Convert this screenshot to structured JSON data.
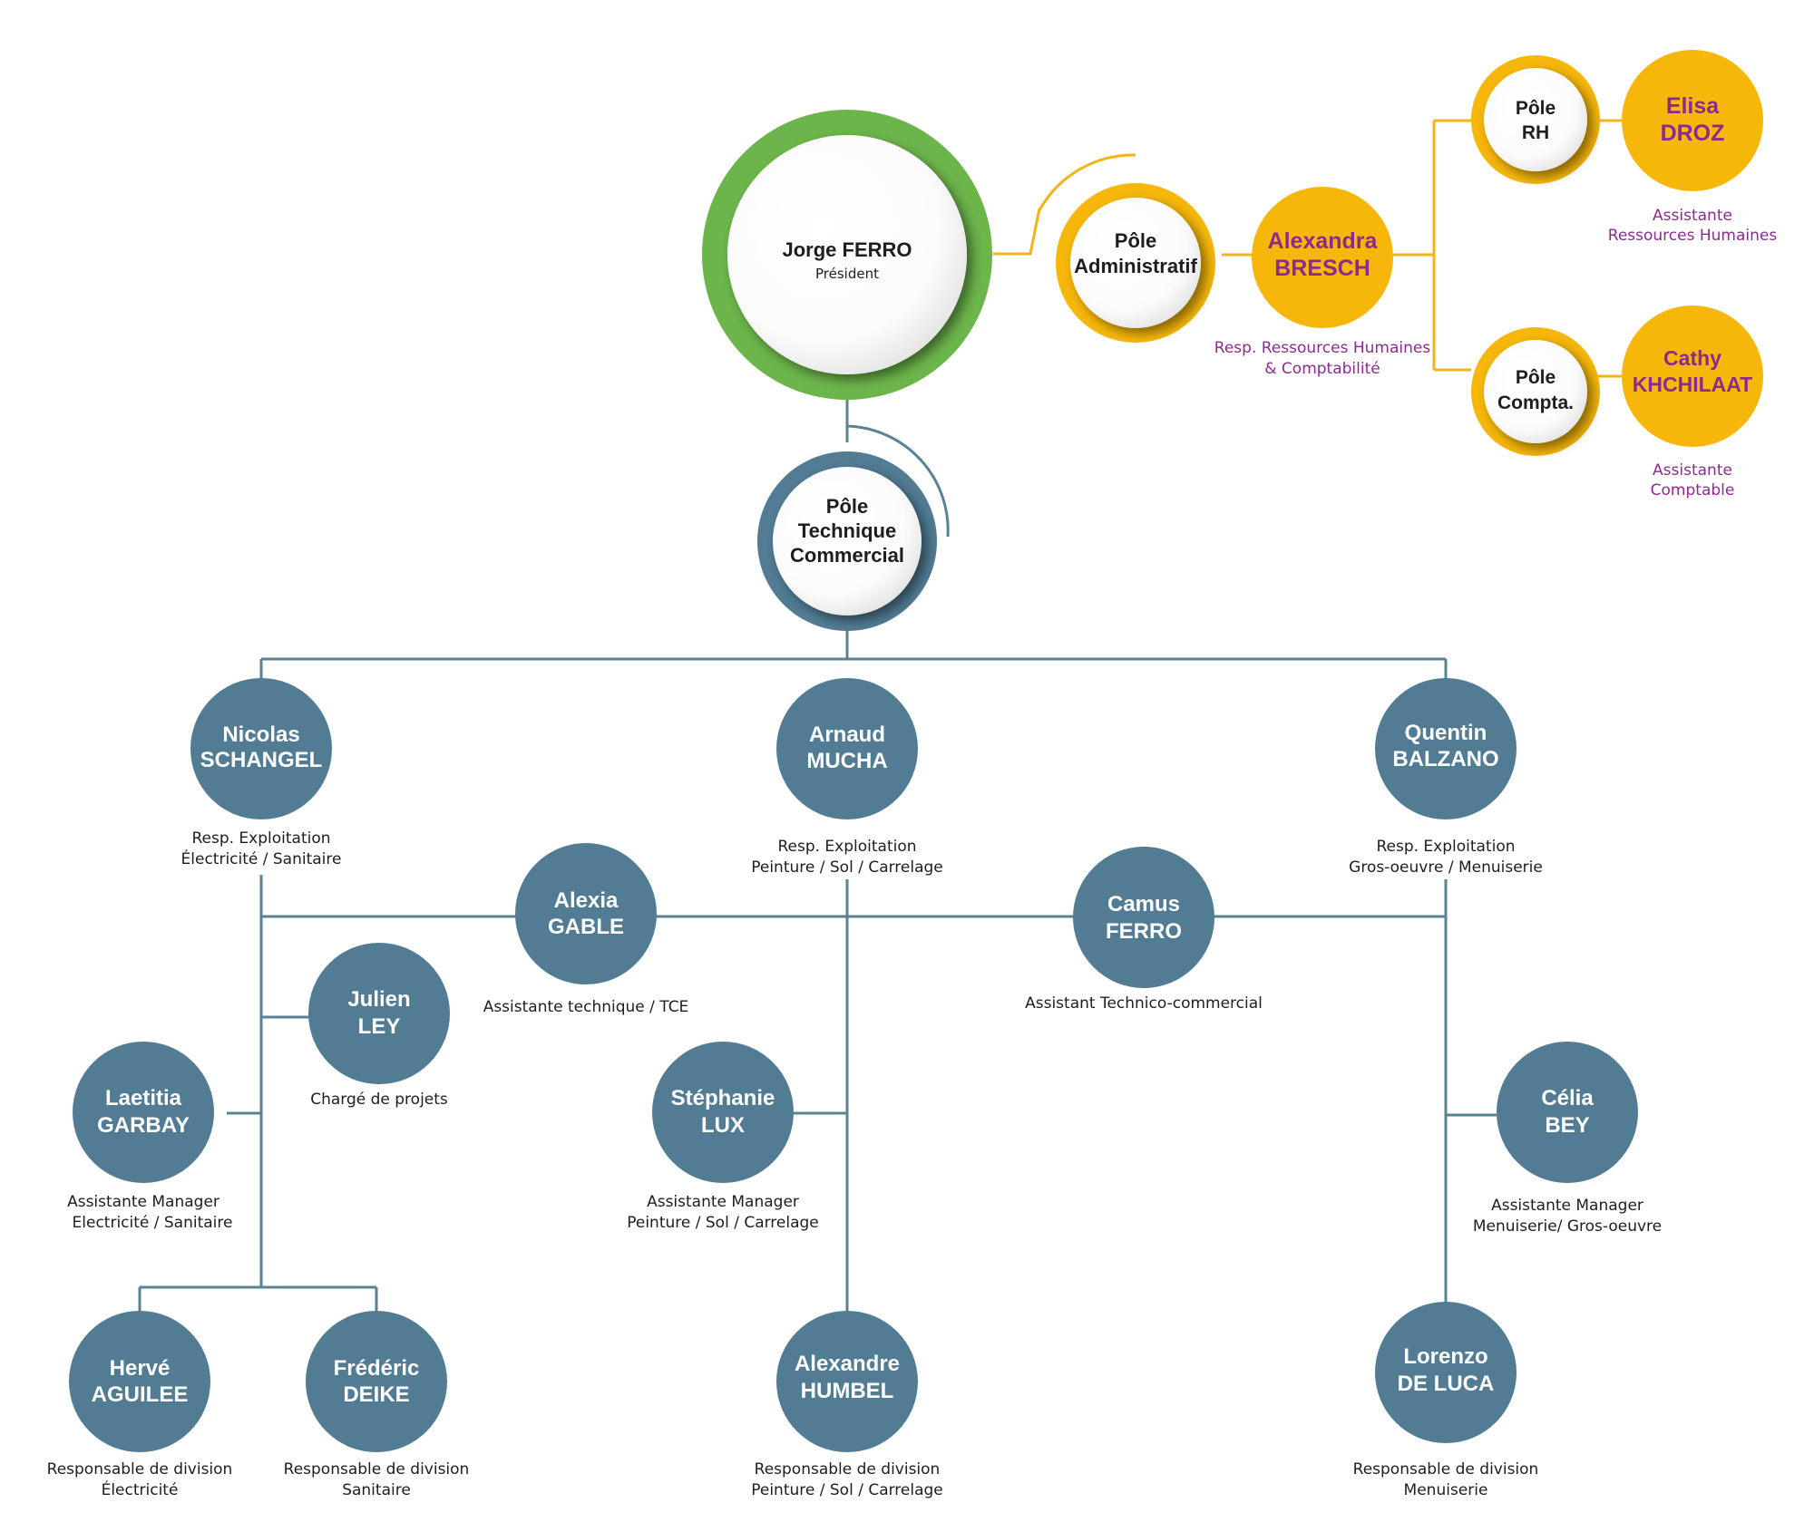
{
  "colors": {
    "teal": "#517c94",
    "teal_line": "#5a8196",
    "gold": "#f6b70a",
    "gold_line": "#f3b31b",
    "green": "#6cb54b",
    "purple": "#8c2b8f",
    "dark": "#1e1e1e"
  },
  "president": {
    "name": "Jorge FERRO",
    "role": "Président"
  },
  "admin_pole": {
    "line1": "Pôle",
    "line2": "Administratif"
  },
  "alexandra": {
    "first": "Alexandra",
    "last": "BRESCH",
    "role1": "Resp. Ressources Humaines",
    "role2": "& Comptabilité"
  },
  "rh_pole": {
    "line1": "Pôle",
    "line2": "RH"
  },
  "elisa": {
    "first": "Elisa",
    "last": "DROZ",
    "role1": "Assistante",
    "role2": "Ressources Humaines"
  },
  "compta_pole": {
    "line1": "Pôle",
    "line2": "Compta."
  },
  "cathy": {
    "first": "Cathy",
    "last": "KHCHILAAT",
    "role1": "Assistante",
    "role2": "Comptable"
  },
  "tech_pole": {
    "line1": "Pôle",
    "line2": "Technique",
    "line3": "Commercial"
  },
  "people": {
    "nicolas": {
      "first": "Nicolas",
      "last": "SCHANGEL",
      "role1": "Resp. Exploitation",
      "role2": "Électricité / Sanitaire"
    },
    "arnaud": {
      "first": "Arnaud",
      "last": "MUCHA",
      "role1": "Resp. Exploitation",
      "role2": "Peinture / Sol / Carrelage"
    },
    "quentin": {
      "first": "Quentin",
      "last": "BALZANO",
      "role1": "Resp. Exploitation",
      "role2": "Gros-oeuvre / Menuiserie"
    },
    "alexia": {
      "first": "Alexia",
      "last": "GABLE",
      "role1": "Assistante technique / TCE"
    },
    "camus": {
      "first": "Camus",
      "last": "FERRO",
      "role1": "Assistant Technico-commercial"
    },
    "julien": {
      "first": "Julien",
      "last": "LEY",
      "role1": "Chargé de projets"
    },
    "laetitia": {
      "first": "Laetitia",
      "last": "GARBAY",
      "role1": "Assistante Manager",
      "role2": "Electricité / Sanitaire"
    },
    "stephanie": {
      "first": "Stéphanie",
      "last": "LUX",
      "role1": "Assistante Manager",
      "role2": "Peinture / Sol / Carrelage"
    },
    "celia": {
      "first": "Célia",
      "last": "BEY",
      "role1": "Assistante Manager",
      "role2": "Menuiserie/ Gros-oeuvre"
    },
    "herve": {
      "first": "Hervé",
      "last": "AGUILEE",
      "role1": "Responsable de division",
      "role2": "Électricité"
    },
    "frederic": {
      "first": "Frédéric",
      "last": "DEIKE",
      "role1": "Responsable de division",
      "role2": "Sanitaire"
    },
    "alexandre": {
      "first": "Alexandre",
      "last": "HUMBEL",
      "role1": "Responsable de division",
      "role2": "Peinture / Sol / Carrelage"
    },
    "lorenzo": {
      "first": "Lorenzo",
      "last": "DE LUCA",
      "role1": "Responsable de division",
      "role2": "Menuiserie"
    }
  }
}
